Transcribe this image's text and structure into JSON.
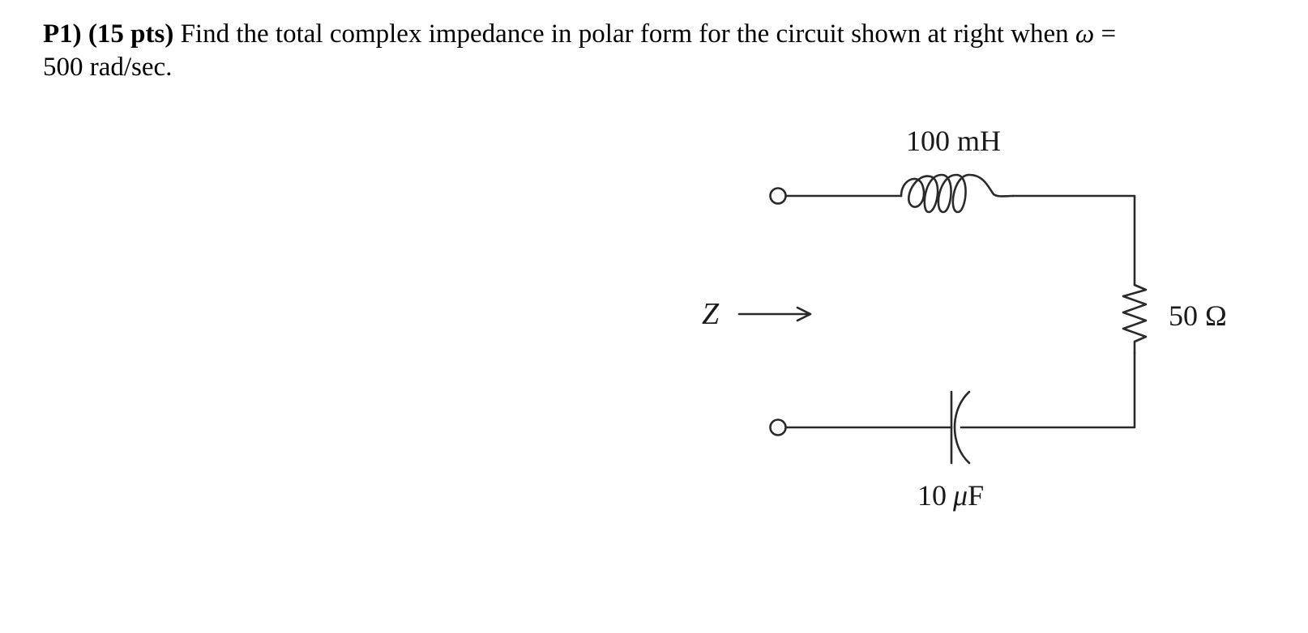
{
  "problem": {
    "label": "P1)",
    "points": "(15 pts)",
    "statement_line1": "Find the total complex impedance in polar form for the circuit shown at right when",
    "omega_symbol": "ω",
    "equals": "=",
    "statement_line2": "500 rad/sec."
  },
  "circuit": {
    "inductor_label": "100 mH",
    "resistor_label": "50 Ω",
    "capacitor_label_value": "10",
    "capacitor_label_mu": "μ",
    "capacitor_label_unit": "F",
    "impedance_symbol": "Z"
  }
}
